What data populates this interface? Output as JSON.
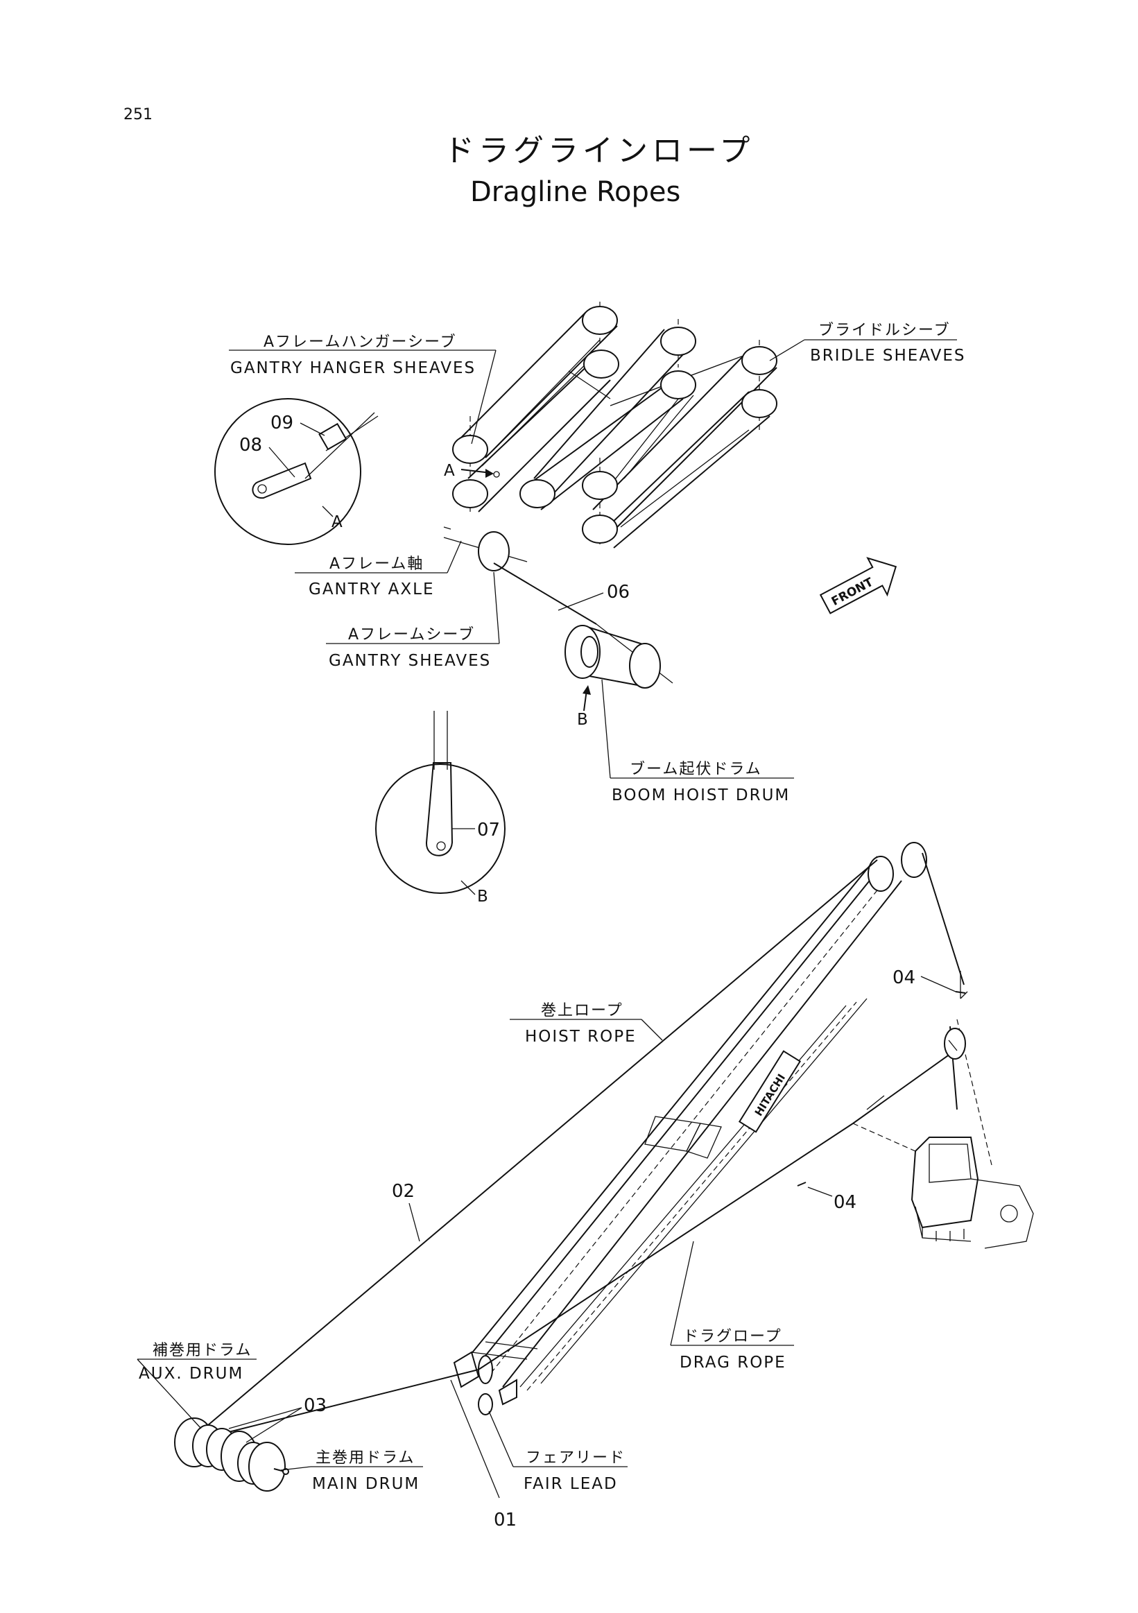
{
  "page_number": "251",
  "title": {
    "japanese": "ドラグラインロープ",
    "english": "Dragline Ropes"
  },
  "labels": {
    "gantry_hanger_sheaves": {
      "jp": "Aフレームハンガーシーブ",
      "en": "GANTRY HANGER SHEAVES"
    },
    "bridle_sheaves": {
      "jp": "ブライドルシーブ",
      "en": "BRIDLE SHEAVES"
    },
    "gantry_axle": {
      "jp": "Aフレーム軸",
      "en": "GANTRY AXLE"
    },
    "gantry_sheaves": {
      "jp": "Aフレームシーブ",
      "en": "GANTRY SHEAVES"
    },
    "boom_hoist_drum": {
      "jp": "ブーム起伏ドラム",
      "en": "BOOM HOIST DRUM"
    },
    "hoist_rope": {
      "jp": "巻上ロープ",
      "en": "HOIST ROPE"
    },
    "drag_rope": {
      "jp": "ドラグロープ",
      "en": "DRAG ROPE"
    },
    "aux_drum": {
      "jp": "補巻用ドラム",
      "en": "AUX. DRUM"
    },
    "main_drum": {
      "jp": "主巻用ドラム",
      "en": "MAIN DRUM"
    },
    "fair_lead": {
      "jp": "フェアリード",
      "en": "FAIR LEAD"
    }
  },
  "part_numbers": {
    "p01": "01",
    "p02": "02",
    "p03": "03",
    "p04a": "04",
    "p04b": "04",
    "p06": "06",
    "p07": "07",
    "p08": "08",
    "p09": "09"
  },
  "detail_views": {
    "a_arrow": "A",
    "a_circle": "A",
    "b_arrow": "B",
    "b_circle": "B"
  },
  "front_marker": "FRONT",
  "boom_brand": "HITACHI"
}
